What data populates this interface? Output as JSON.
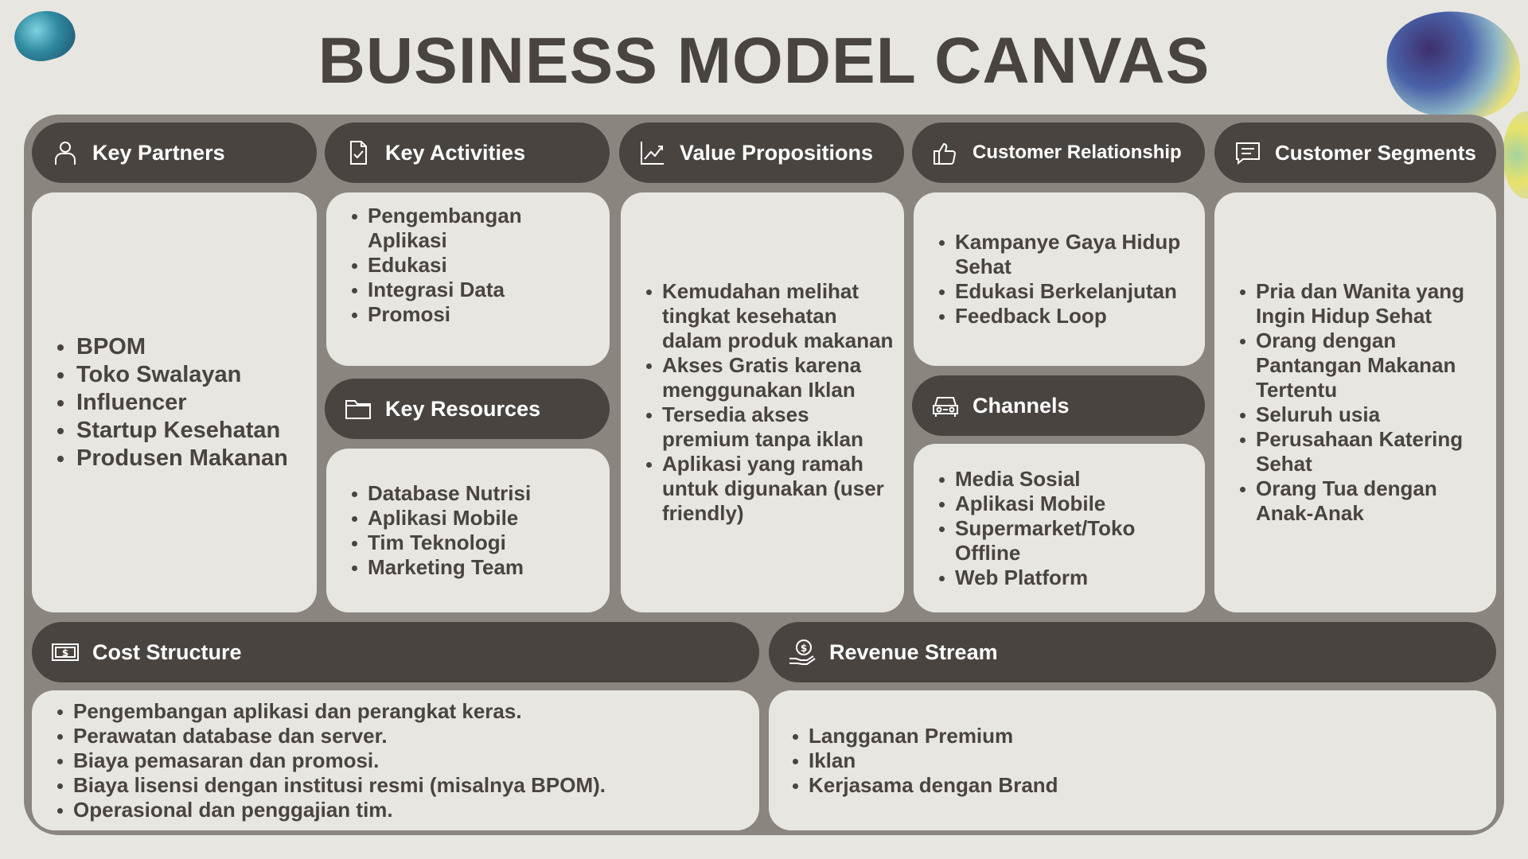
{
  "title": "BUSINESS MODEL CANVAS",
  "colors": {
    "background": "#e8e6e1",
    "frame": "#8b8580",
    "header": "#4a4440",
    "text": "#4a4440"
  },
  "sections": {
    "key_partners": {
      "label": "Key Partners",
      "icon": "user-icon",
      "items": [
        "BPOM",
        "Toko Swalayan",
        "Influencer",
        "Startup Kesehatan",
        "Produsen Makanan"
      ]
    },
    "key_activities": {
      "label": "Key Activities",
      "icon": "document-check-icon",
      "items": [
        "Pengembangan Aplikasi",
        "Edukasi",
        "Integrasi Data",
        "Promosi"
      ]
    },
    "key_resources": {
      "label": "Key Resources",
      "icon": "folder-icon",
      "items": [
        "Database Nutrisi",
        "Aplikasi Mobile",
        "Tim Teknologi",
        "Marketing Team"
      ]
    },
    "value_propositions": {
      "label": "Value Propositions",
      "icon": "line-chart-icon",
      "items": [
        "Kemudahan melihat tingkat kesehatan dalam produk makanan",
        "Akses Gratis karena menggunakan Iklan",
        "Tersedia akses premium tanpa iklan",
        "Aplikasi yang ramah untuk digunakan (user friendly)"
      ]
    },
    "customer_relationship": {
      "label": "Customer Relationship",
      "icon": "thumbs-up-icon",
      "items": [
        "Kampanye Gaya Hidup Sehat",
        "Edukasi Berkelanjutan",
        "Feedback Loop"
      ]
    },
    "channels": {
      "label": "Channels",
      "icon": "car-icon",
      "items": [
        "Media Sosial",
        "Aplikasi Mobile",
        "Supermarket/Toko Offline",
        "Web Platform"
      ]
    },
    "customer_segments": {
      "label": "Customer Segments",
      "icon": "message-icon",
      "items": [
        "Pria dan Wanita yang Ingin Hidup Sehat",
        "Orang dengan Pantangan Makanan Tertentu",
        "Seluruh usia",
        "Perusahaan Katering Sehat",
        "Orang Tua dengan Anak-Anak"
      ]
    },
    "cost_structure": {
      "label": "Cost Structure",
      "icon": "dollar-bill-icon",
      "items": [
        "Pengembangan aplikasi dan perangkat keras.",
        "Perawatan database dan server.",
        "Biaya pemasaran dan promosi.",
        "Biaya lisensi dengan institusi resmi (misalnya BPOM).",
        "Operasional dan penggajian tim."
      ]
    },
    "revenue_stream": {
      "label": "Revenue Stream",
      "icon": "money-hand-icon",
      "items": [
        "Langganan Premium",
        "Iklan",
        "Kerjasama dengan Brand"
      ]
    }
  }
}
